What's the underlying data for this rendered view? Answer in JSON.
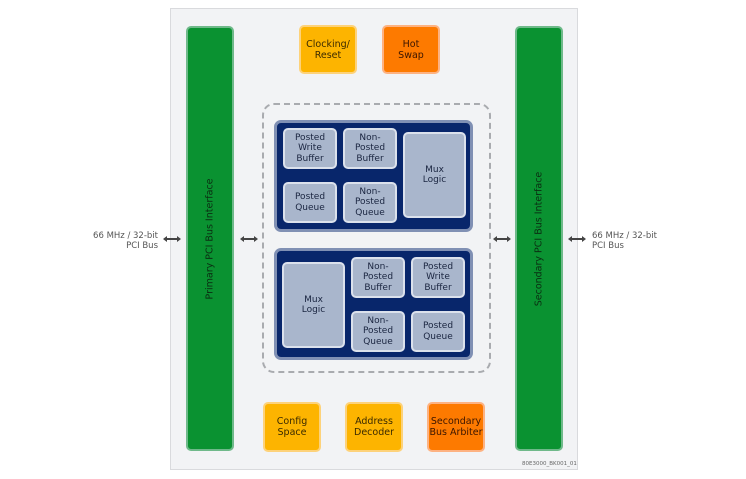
{
  "external": {
    "left_bus": "66 MHz / 32-bit\nPCI Bus",
    "right_bus": "66 MHz / 32-bit\nPCI Bus"
  },
  "interfaces": {
    "primary": "Primary PCI Bus Interface",
    "secondary": "Secondary PCI Bus Interface"
  },
  "top_blocks": {
    "clocking": "Clocking/\nReset",
    "hot_swap": "Hot\nSwap"
  },
  "upper_fifo": {
    "posted_write_buffer": "Posted\nWrite\nBuffer",
    "non_posted_buffer": "Non-\nPosted\nBuffer",
    "posted_queue": "Posted\nQueue",
    "non_posted_queue": "Non-\nPosted\nQueue",
    "mux_logic": "Mux\nLogic"
  },
  "lower_fifo": {
    "mux_logic": "Mux\nLogic",
    "non_posted_buffer": "Non-\nPosted\nBuffer",
    "posted_write_buffer": "Posted\nWrite\nBuffer",
    "non_posted_queue": "Non-\nPosted\nQueue",
    "posted_queue": "Posted\nQueue"
  },
  "bottom_blocks": {
    "config_space": "Config\nSpace",
    "address_decoder": "Address\nDecoder",
    "bus_arbiter": "Secondary\nBus Arbiter"
  },
  "figure_id": "80E3000_BK001_01",
  "colors": {
    "interface_green": "#0a9231",
    "block_yellow": "#fdb400",
    "block_orange": "#fd7a00",
    "fifo_navy": "#08266b",
    "cell_gray": "#a9b6cc"
  }
}
